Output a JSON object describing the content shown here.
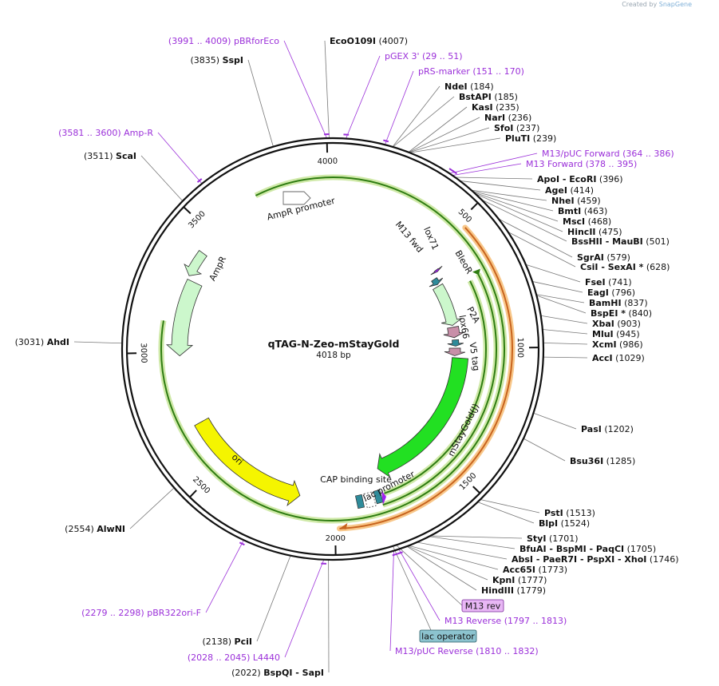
{
  "credit": {
    "prefix": "Created by",
    "brand": "SnapGene"
  },
  "plasmid": {
    "name": "qTAG-N-Zeo-mStayGold",
    "size_label": "4018 bp",
    "length": 4018
  },
  "ticks": [
    "500",
    "1000",
    "1500",
    "2000",
    "2500",
    "3000",
    "3500",
    "4000"
  ],
  "features": [
    {
      "name": "AmpR promoter",
      "start": 3420,
      "end": 3315,
      "color": "#ccf7cc"
    },
    {
      "name": "AmpR",
      "start": 3300,
      "end": 2985,
      "color": "#ccf7cc"
    },
    {
      "name": "ori",
      "start": 2690,
      "end": 2150,
      "color": "#f5f500"
    },
    {
      "name": "M13 fwd",
      "start": 588,
      "end": 598,
      "color": "#a020f0"
    },
    {
      "name": "lox71",
      "start": 620,
      "end": 652,
      "color": "#2e8b9a"
    },
    {
      "name": "BleoR",
      "start": 662,
      "end": 880,
      "color": "#ccf7cc"
    },
    {
      "name": "P2A",
      "start": 890,
      "end": 945,
      "color": "#c88fa8"
    },
    {
      "name": "lox66",
      "start": 957,
      "end": 990,
      "color": "#2e8b9a"
    },
    {
      "name": "V5 tag",
      "start": 1000,
      "end": 1040,
      "color": "#c88fa8"
    },
    {
      "name": "mStayGold(J)",
      "start": 1050,
      "end": 1780,
      "color": "#22e022"
    },
    {
      "name": "lac promoter",
      "start": 1900,
      "end": 1930,
      "color": "#ffffff"
    },
    {
      "name": "CAP binding site",
      "start": 1944,
      "end": 1965,
      "color": "#2e8b9a"
    }
  ],
  "enzymes": [
    {
      "name": "EcoO109I",
      "pos": "(4007)"
    },
    {
      "name": "SspI",
      "pos": "(3835)"
    },
    {
      "name": "NdeI",
      "pos": "(184)"
    },
    {
      "name": "BstAPI",
      "pos": "(185)"
    },
    {
      "name": "KasI",
      "pos": "(235)"
    },
    {
      "name": "NarI",
      "pos": "(236)"
    },
    {
      "name": "SfoI",
      "pos": "(237)"
    },
    {
      "name": "PluTI",
      "pos": "(239)"
    },
    {
      "name": "ScaI",
      "pos": "(3511)"
    },
    {
      "name": "ApoI - EcoRI",
      "pos": "(396)"
    },
    {
      "name": "AgeI",
      "pos": "(414)"
    },
    {
      "name": "NheI",
      "pos": "(459)"
    },
    {
      "name": "BmtI",
      "pos": "(463)"
    },
    {
      "name": "MscI",
      "pos": "(468)"
    },
    {
      "name": "HincII",
      "pos": "(475)"
    },
    {
      "name": "BssHII - MauBI",
      "pos": "(501)"
    },
    {
      "name": "SgrAI",
      "pos": "(579)"
    },
    {
      "name": "CsiI - SexAI *",
      "pos": "(628)"
    },
    {
      "name": "FseI",
      "pos": "(741)"
    },
    {
      "name": "EagI",
      "pos": "(796)"
    },
    {
      "name": "BamHI",
      "pos": "(837)"
    },
    {
      "name": "BspEI *",
      "pos": "(840)"
    },
    {
      "name": "XbaI",
      "pos": "(903)"
    },
    {
      "name": "MluI",
      "pos": "(945)"
    },
    {
      "name": "XcmI",
      "pos": "(986)"
    },
    {
      "name": "AccI",
      "pos": "(1029)"
    },
    {
      "name": "AhdI",
      "pos": "(3031)"
    },
    {
      "name": "PasI",
      "pos": "(1202)"
    },
    {
      "name": "Bsu36I",
      "pos": "(1285)"
    },
    {
      "name": "PstI",
      "pos": "(1513)"
    },
    {
      "name": "BlpI",
      "pos": "(1524)"
    },
    {
      "name": "StyI",
      "pos": "(1701)"
    },
    {
      "name": "BfuAI - BspMI - PaqCI",
      "pos": "(1705)"
    },
    {
      "name": "AbsI - PaeR7I - PspXI - XhoI",
      "pos": "(1746)"
    },
    {
      "name": "Acc65I",
      "pos": "(1773)"
    },
    {
      "name": "KpnI",
      "pos": "(1777)"
    },
    {
      "name": "HindIII",
      "pos": "(1779)"
    },
    {
      "name": "AlwNI",
      "pos": "(2554)"
    },
    {
      "name": "PciI",
      "pos": "(2138)"
    },
    {
      "name": "BspQI - SapI",
      "pos": "(2022)"
    }
  ],
  "primers": [
    {
      "name": "pBRforEco",
      "range": "(3991 .. 4009)"
    },
    {
      "name": "pGEX 3'",
      "range": "(29 .. 51)"
    },
    {
      "name": "pRS-marker",
      "range": "(151 .. 170)"
    },
    {
      "name": "Amp-R",
      "range": "(3581 .. 3600)"
    },
    {
      "name": "M13/pUC Forward",
      "range": "(364 .. 386)"
    },
    {
      "name": "M13 Forward",
      "range": "(378 .. 395)"
    },
    {
      "name": "M13 rev",
      "range": ""
    },
    {
      "name": "M13 Reverse",
      "range": "(1797 .. 1813)"
    },
    {
      "name": "lac operator",
      "range": ""
    },
    {
      "name": "M13/pUC Reverse",
      "range": "(1810 .. 1832)"
    },
    {
      "name": "pBR322ori-F",
      "range": "(2279 .. 2298)"
    },
    {
      "name": "L4440",
      "range": "(2028 .. 2045)"
    }
  ],
  "colors": {
    "primer": "#9b30d9",
    "backbone": "#111111",
    "green_track": "#2f7d12",
    "orange_track": "#c8641e"
  }
}
